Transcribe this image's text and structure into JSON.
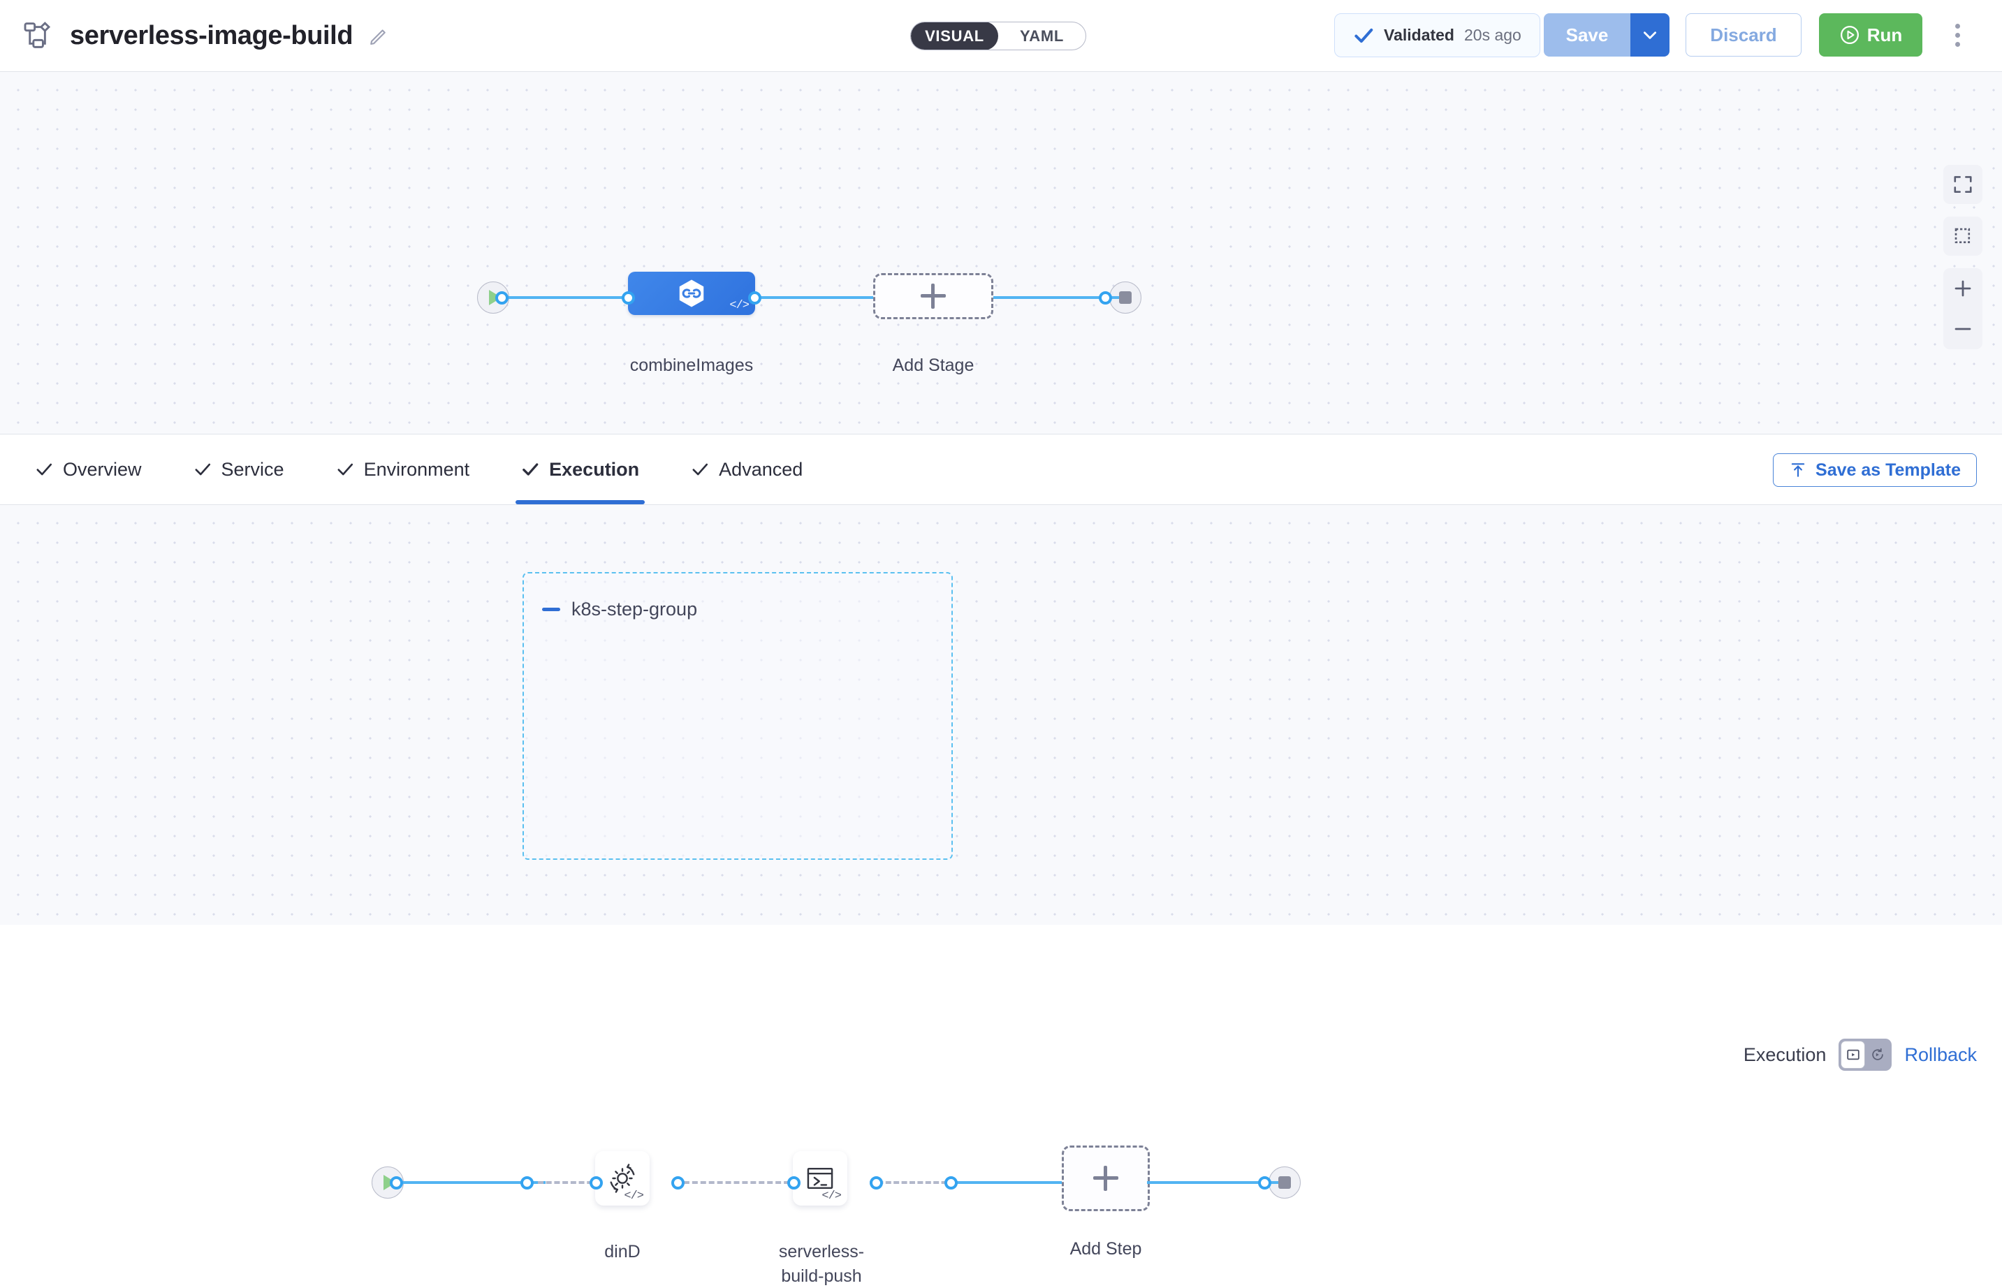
{
  "header": {
    "pipeline_icon": "pipeline-flow-icon",
    "title": "serverless-image-build",
    "edit_icon": "pencil-edit-icon",
    "mode_toggle": {
      "visual": "VISUAL",
      "yaml": "YAML",
      "selected": "VISUAL"
    },
    "validation": {
      "check_icon": "check-icon",
      "label": "Validated",
      "time": "20s ago"
    },
    "save": {
      "label": "Save",
      "caret_icon": "chevron-down-icon"
    },
    "discard": {
      "label": "Discard"
    },
    "run": {
      "label": "Run",
      "icon": "play-circle-icon"
    },
    "overflow_menu": "kebab-menu-icon"
  },
  "stage_canvas": {
    "start_node": {
      "icon": "play-triangle-icon"
    },
    "end_node": {
      "icon": "stop-square-icon"
    },
    "stage": {
      "label": "combineImages",
      "icon": "hexagon-link-icon",
      "badge": "</>"
    },
    "add_stage": {
      "label": "Add Stage",
      "icon": "plus-icon"
    },
    "controls": [
      {
        "name": "fit-to-screen-icon"
      },
      {
        "name": "selection-box-icon"
      },
      {
        "name": "zoom-in-icon"
      },
      {
        "name": "zoom-out-icon"
      }
    ]
  },
  "tabbar": {
    "tabs": [
      {
        "label": "Overview",
        "icon": "check-icon",
        "active": false
      },
      {
        "label": "Service",
        "icon": "check-icon",
        "active": false
      },
      {
        "label": "Environment",
        "icon": "check-icon",
        "active": false
      },
      {
        "label": "Execution",
        "icon": "check-icon",
        "active": true
      },
      {
        "label": "Advanced",
        "icon": "check-icon",
        "active": false
      }
    ],
    "save_as_template": {
      "label": "Save as Template",
      "icon": "template-upload-icon"
    }
  },
  "step_canvas": {
    "execution_label": "Execution",
    "rollback_label": "Rollback",
    "toggle": {
      "left_icon": "execution-play-box-icon",
      "right_icon": "rollback-undo-icon",
      "selected": "execution"
    },
    "start_node": {
      "icon": "play-triangle-icon"
    },
    "end_node": {
      "icon": "stop-square-icon"
    },
    "group": {
      "title": "k8s-step-group",
      "collapse_icon": "minus-collapse-icon",
      "steps": [
        {
          "label": "dinD",
          "icon": "gear-refresh-icon",
          "badge": "</>"
        },
        {
          "label": "serverless-\nbuild-push",
          "label_line1": "serverless-",
          "label_line2": "build-push",
          "icon": "terminal-icon",
          "badge": "</>"
        }
      ]
    },
    "add_step": {
      "label": "Add Step",
      "icon": "plus-icon"
    }
  },
  "colors": {
    "accent_blue": "#2f6ed4",
    "edge_blue": "#52b4f2",
    "run_green": "#5cb85c",
    "group_border": "#5bc0f0",
    "canvas_bg": "#f8f9fc"
  }
}
